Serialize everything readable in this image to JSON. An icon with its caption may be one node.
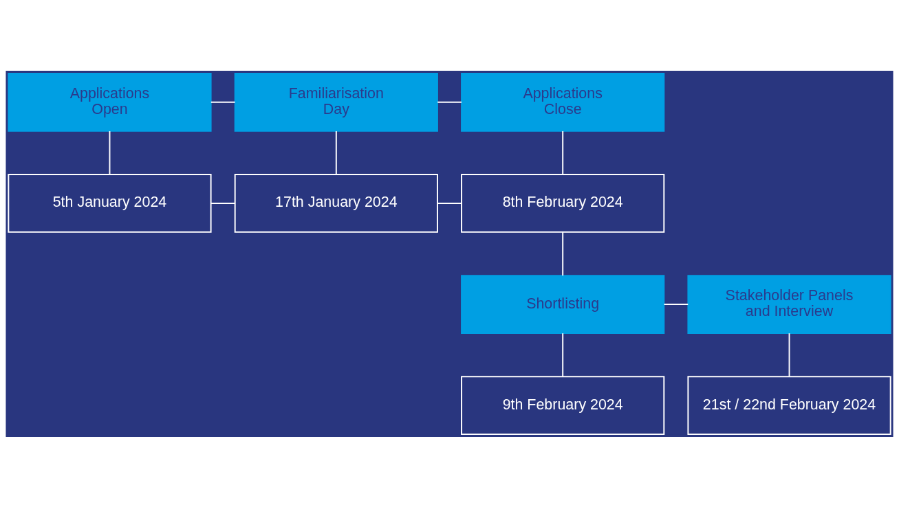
{
  "diagram": {
    "nodes": [
      {
        "text": [
          "Applications Open"
        ]
      },
      {
        "text": [
          "Familiarisation Day"
        ]
      },
      {
        "text": [
          "Applications Close"
        ]
      },
      {
        "text": [
          "5th January 2024"
        ]
      },
      {
        "text": [
          "17th January 2024"
        ]
      },
      {
        "text": [
          "8th February 2024"
        ]
      },
      {
        "text": [
          "Shortlisting"
        ]
      },
      {
        "text": [
          "Stakeholder Panels and Interview"
        ]
      },
      {
        "text": [
          "9th February 2024"
        ]
      },
      {
        "text": [
          "21st / 22nd February 2024"
        ]
      }
    ],
    "edges": [
      {
        "from": 0,
        "to": 1,
        "arrow": "none"
      },
      {
        "from": 1,
        "to": 2,
        "arrow": "none"
      },
      {
        "from": 0,
        "to": 3,
        "arrow": "none"
      },
      {
        "from": 1,
        "to": 4,
        "arrow": "none"
      },
      {
        "from": 2,
        "to": 5,
        "arrow": "none"
      },
      {
        "from": 3,
        "to": 4,
        "arrow": "none"
      },
      {
        "from": 4,
        "to": 5,
        "arrow": "none"
      },
      {
        "from": 5,
        "to": 6,
        "arrow": "none"
      },
      {
        "from": 6,
        "to": 7,
        "arrow": "none"
      },
      {
        "from": 6,
        "to": 8,
        "arrow": "none"
      },
      {
        "from": 7,
        "to": 9,
        "arrow": "none"
      }
    ]
  }
}
